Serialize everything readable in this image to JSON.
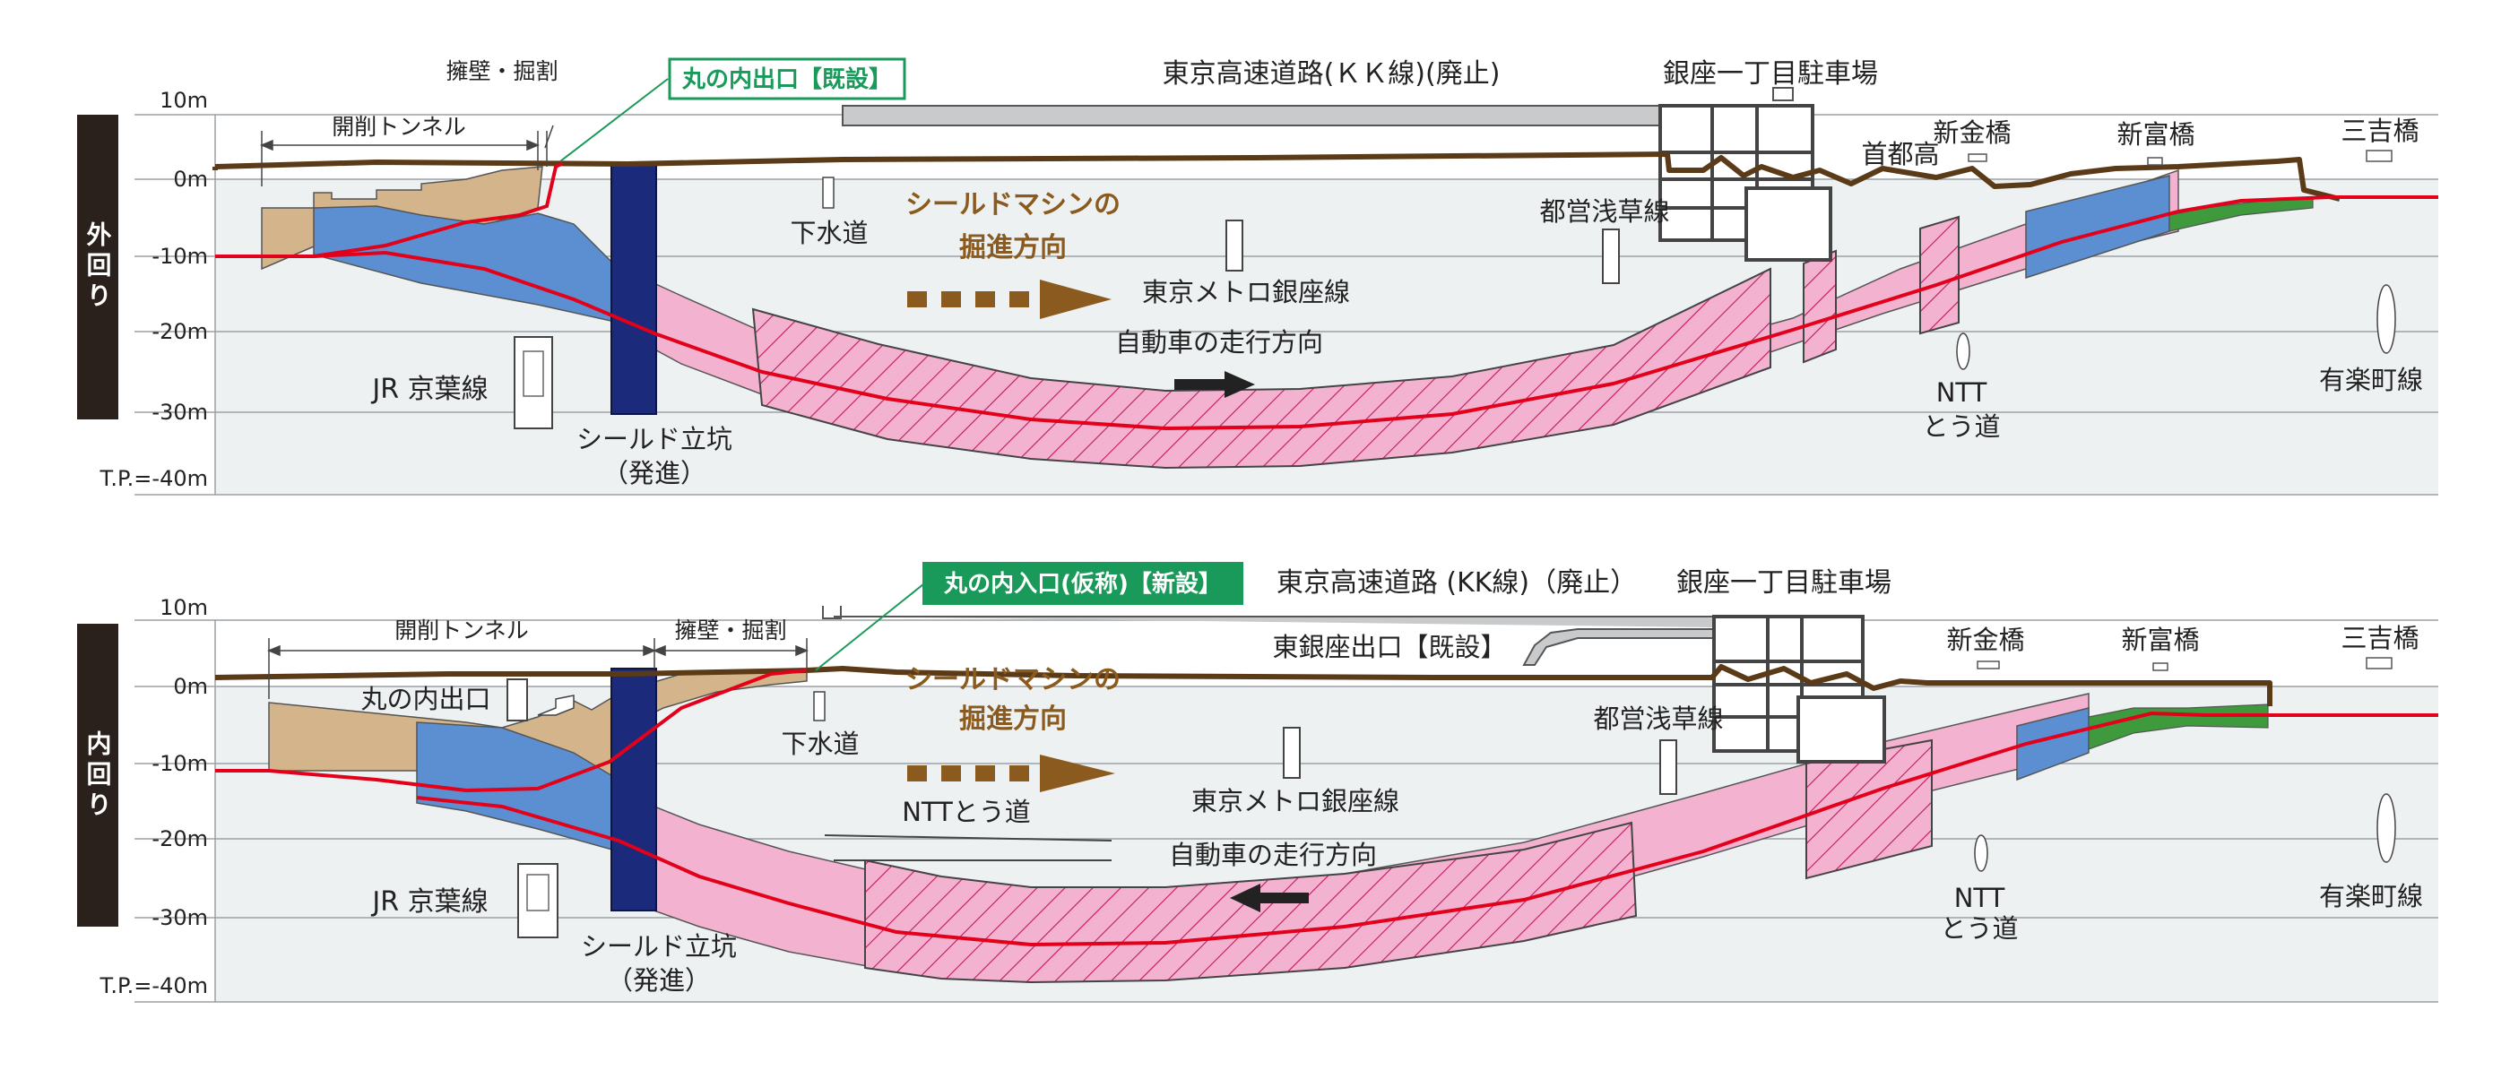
{
  "panels": [
    {
      "id": "outer",
      "side_label": "外回り",
      "depth_labels": [
        "10m",
        "0m",
        "-10m",
        "-20m",
        "-30m",
        "T.P.=-40m"
      ],
      "labels": {
        "retaining": "擁壁・掘割",
        "cut_tunnel": "開削トンネル",
        "ramp_callout": "丸の内出口【既設】",
        "expressway": "東京高速道路(ＫＫ線)(廃止)",
        "parking": "銀座一丁目駐車場",
        "shutoko": "首都高",
        "shinkin": "新金橋",
        "shintomi": "新富橋",
        "sankichi": "三吉橋",
        "sewer": "下水道",
        "shield_dir_1": "シールドマシンの",
        "shield_dir_2": "掘進方向",
        "toei": "都営浅草線",
        "ginza_line": "東京メトロ銀座線",
        "car_dir": "自動車の走行方向",
        "jr": "JR 京葉線",
        "shaft_1": "シールド立坑",
        "shaft_2": "（発進）",
        "ntt_1": "NTT",
        "ntt_2": "とう道",
        "yurakucho": "有楽町線"
      }
    },
    {
      "id": "inner",
      "side_label": "内回り",
      "depth_labels": [
        "10m",
        "0m",
        "-10m",
        "-20m",
        "-30m",
        "T.P.=-40m"
      ],
      "labels": {
        "cut_tunnel": "開削トンネル",
        "retaining": "擁壁・掘割",
        "ramp_callout": "丸の内入口(仮称)【新設】",
        "expressway": "東京高速道路 (KK線)（廃止）",
        "parking": "銀座一丁目駐車場",
        "higashi_ginza": "東銀座出口【既設】",
        "marunouchi_exit": "丸の内出口",
        "sewer": "下水道",
        "shield_dir_1": "シールドマシンの",
        "shield_dir_2": "掘進方向",
        "ntt_tunnel": "NTTとう道",
        "ginza_line": "東京メトロ銀座線",
        "car_dir": "自動車の走行方向",
        "toei": "都営浅草線",
        "shinkin": "新金橋",
        "shintomi": "新富橋",
        "sankichi": "三吉橋",
        "jr": "JR 京葉線",
        "shaft_1": "シールド立坑",
        "shaft_2": "（発進）",
        "ntt_1": "NTT",
        "ntt_2": "とう道",
        "yurakucho": "有楽町線"
      }
    }
  ],
  "colors": {
    "ground_line": "#5a3a17",
    "route_line": "#e3001b",
    "open_cut": "#d4b48a",
    "tunnel_blue": "#5b8fd1",
    "shield_pink": "#f3b2cf",
    "shaft": "#1b2a7a",
    "green_ramp": "#3e9a3c",
    "callout_green": "#1a9a5a",
    "label_brown": "#8a5a1e",
    "background_band": "#eef1f2",
    "side_tab": "#2a211c"
  }
}
